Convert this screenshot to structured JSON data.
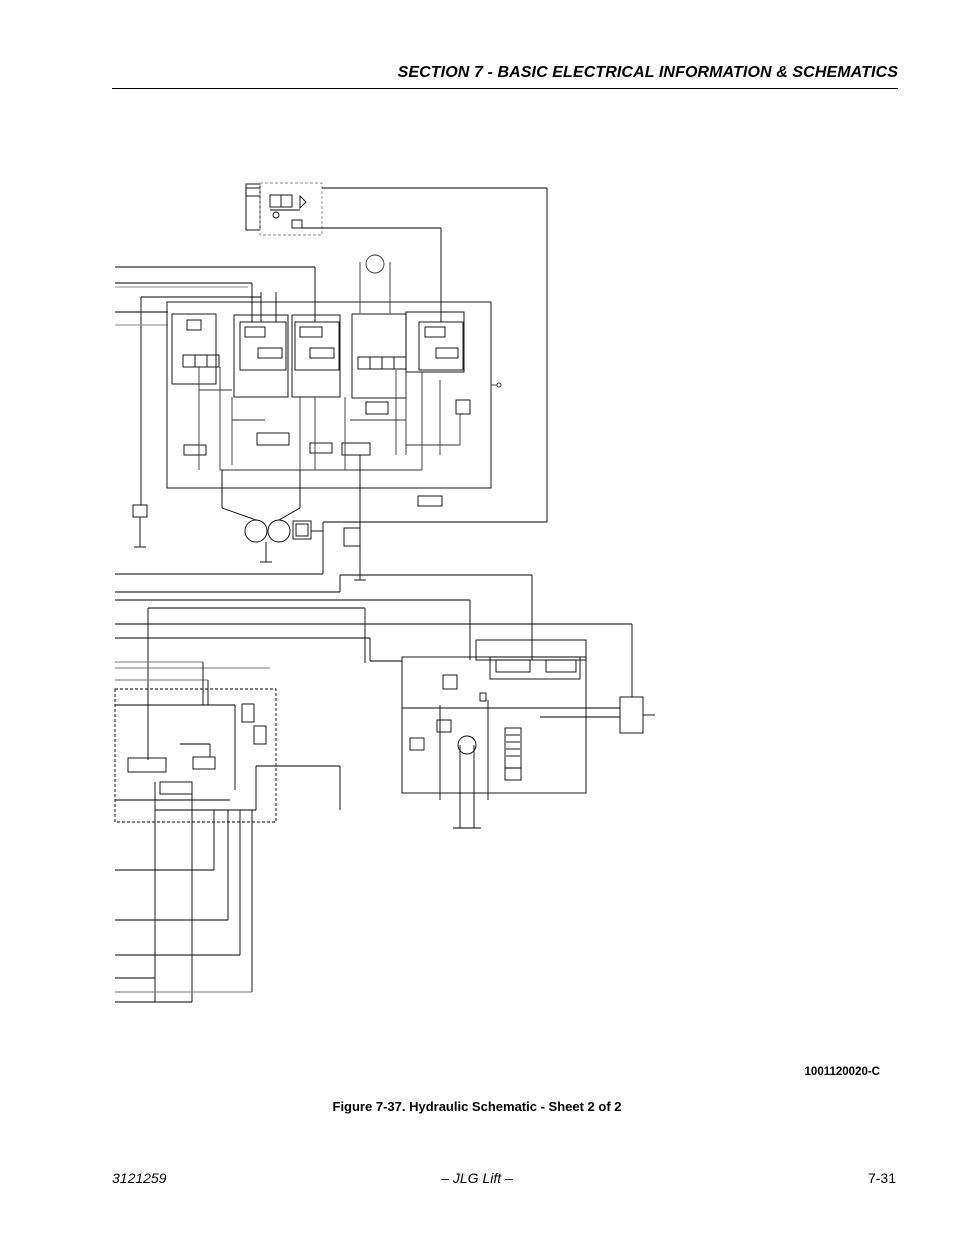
{
  "header": {
    "section_title": "SECTION 7 - BASIC ELECTRICAL INFORMATION & SCHEMATICS"
  },
  "figure": {
    "drawing_number": "1001120020-C",
    "caption": "Figure 7-37.  Hydraulic Schematic - Sheet 2 of 2"
  },
  "footer": {
    "doc_number": "3121259",
    "center_text": "– JLG Lift –",
    "page_number": "7-31"
  }
}
